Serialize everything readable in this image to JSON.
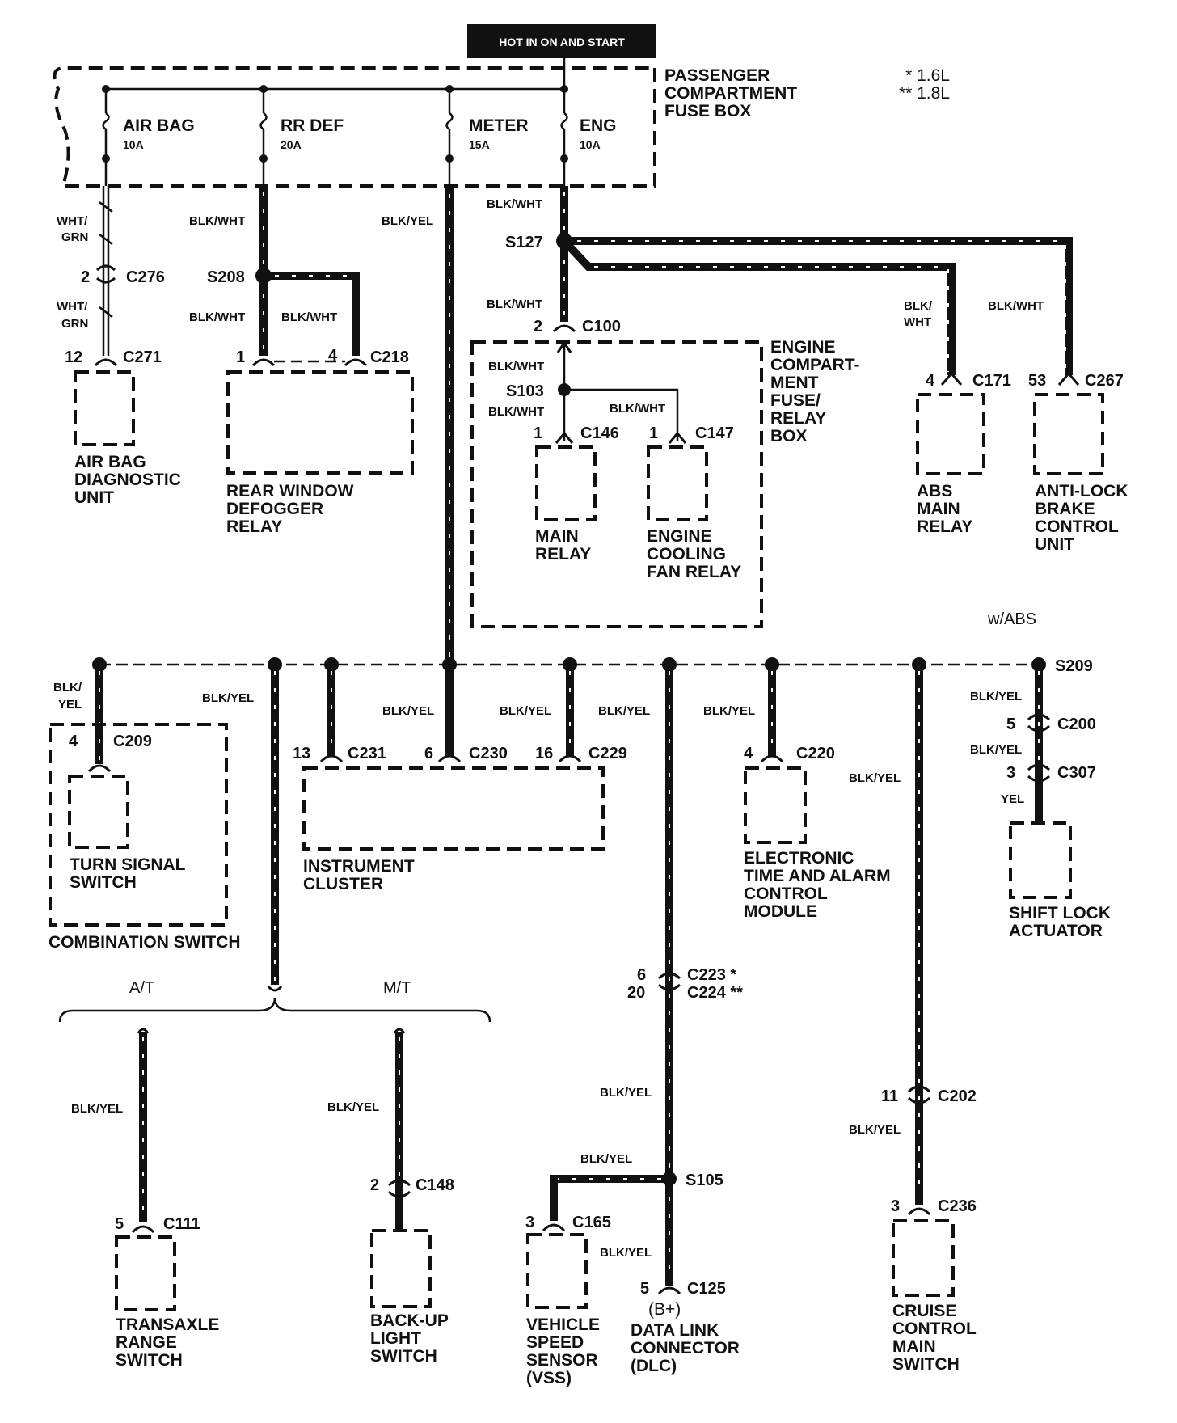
{
  "header": {
    "power_label": "HOT IN ON AND START",
    "fuse_box": [
      "PASSENGER",
      "COMPARTMENT",
      "FUSE BOX"
    ],
    "legend": [
      "* 1.6L",
      "** 1.8L"
    ]
  },
  "fuses": [
    {
      "name": "AIR BAG",
      "rating": "10A"
    },
    {
      "name": "RR DEF",
      "rating": "20A"
    },
    {
      "name": "METER",
      "rating": "15A"
    },
    {
      "name": "ENG",
      "rating": "10A"
    }
  ],
  "wires": {
    "wht_grn": [
      "WHT/",
      "GRN"
    ],
    "blk_wht": "BLK/WHT",
    "blk_wht_split": [
      "BLK/",
      "WHT"
    ],
    "blk_yel": "BLK/YEL",
    "blk_yel_split": [
      "BLK/",
      "YEL"
    ],
    "yel": "YEL"
  },
  "splices": {
    "s127": "S127",
    "s208": "S208",
    "s103": "S103",
    "s209": "S209",
    "s105": "S105"
  },
  "connectors": {
    "c276": {
      "pin": "2",
      "id": "C276"
    },
    "c271": {
      "pin": "12",
      "id": "C271"
    },
    "c218_a": {
      "pin": "1"
    },
    "c218": {
      "pin": "4",
      "id": "C218"
    },
    "c100": {
      "pin": "2",
      "id": "C100"
    },
    "c146": {
      "pin": "1",
      "id": "C146"
    },
    "c147": {
      "pin": "1",
      "id": "C147"
    },
    "c171": {
      "pin": "4",
      "id": "C171"
    },
    "c267": {
      "pin": "53",
      "id": "C267"
    },
    "c209": {
      "pin": "4",
      "id": "C209"
    },
    "c231": {
      "pin": "13",
      "id": "C231"
    },
    "c230": {
      "pin": "6",
      "id": "C230"
    },
    "c229": {
      "pin": "16",
      "id": "C229"
    },
    "c220": {
      "pin": "4",
      "id": "C220"
    },
    "c200": {
      "pin": "5",
      "id": "C200"
    },
    "c307": {
      "pin": "3",
      "id": "C307"
    },
    "c223": {
      "pin": "6",
      "id": "C223 *"
    },
    "c224": {
      "pin": "20",
      "id": "C224 **"
    },
    "c202": {
      "pin": "11",
      "id": "C202"
    },
    "c148": {
      "pin": "2",
      "id": "C148"
    },
    "c111": {
      "pin": "5",
      "id": "C111"
    },
    "c165": {
      "pin": "3",
      "id": "C165"
    },
    "c125": {
      "pin": "5",
      "id": "C125"
    },
    "c236": {
      "pin": "3",
      "id": "C236"
    }
  },
  "components": {
    "airbag": [
      "AIR BAG",
      "DIAGNOSTIC",
      "UNIT"
    ],
    "defogger": [
      "REAR WINDOW",
      "DEFOGGER",
      "RELAY"
    ],
    "engine_box": [
      "ENGINE",
      "COMPART-",
      "MENT",
      "FUSE/",
      "RELAY",
      "BOX"
    ],
    "main_relay": [
      "MAIN",
      "RELAY"
    ],
    "fan_relay": [
      "ENGINE",
      "COOLING",
      "FAN RELAY"
    ],
    "abs_relay": [
      "ABS",
      "MAIN",
      "RELAY"
    ],
    "abs_unit": [
      "ANTI-LOCK",
      "BRAKE",
      "CONTROL",
      "UNIT"
    ],
    "turn_signal": [
      "TURN SIGNAL",
      "SWITCH"
    ],
    "combination": "COMBINATION SWITCH",
    "cluster": [
      "INSTRUMENT",
      "CLUSTER"
    ],
    "etacm": [
      "ELECTRONIC",
      "TIME AND ALARM",
      "CONTROL",
      "MODULE"
    ],
    "shift_lock": [
      "SHIFT LOCK",
      "ACTUATOR"
    ],
    "transaxle": [
      "TRANSAXLE",
      "RANGE",
      "SWITCH"
    ],
    "backup": [
      "BACK-UP",
      "LIGHT",
      "SWITCH"
    ],
    "vss": [
      "VEHICLE",
      "SPEED",
      "SENSOR",
      "(VSS)"
    ],
    "dlc": [
      "(B+)",
      "DATA LINK",
      "CONNECTOR",
      "(DLC)"
    ],
    "cruise": [
      "CRUISE",
      "CONTROL",
      "MAIN",
      "SWITCH"
    ]
  },
  "variants": {
    "abs": "w/ABS",
    "at": "A/T",
    "mt": "M/T"
  }
}
